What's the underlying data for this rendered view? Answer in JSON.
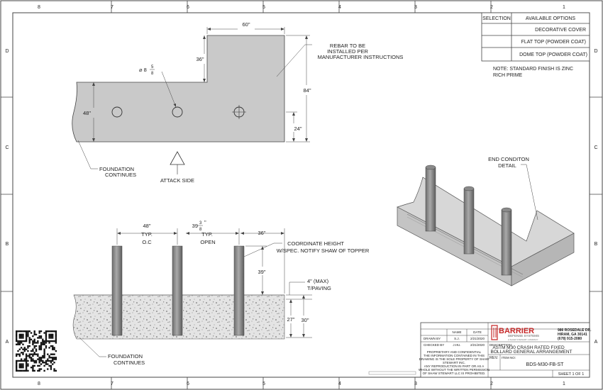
{
  "border": {
    "columns": [
      "8",
      "7",
      "6",
      "5",
      "4",
      "3",
      "2",
      "1"
    ],
    "rows": [
      "D",
      "C",
      "B",
      "A"
    ]
  },
  "options_table": {
    "headers": [
      "SELECTION",
      "AVAILABLE OPTIONS"
    ],
    "rows": [
      "DECORATIVE COVER",
      "FLAT TOP (POWDER COAT)",
      "DOME TOP (POWDER COAT)"
    ],
    "note_lines": [
      "NOTE: STANDARD FINISH IS ZINC",
      "RICH PRIME"
    ]
  },
  "plan_view": {
    "dim_top_width": "60\"",
    "dim_step": "36\"",
    "dia_symbol": "⌀ 8",
    "dia_num": "5",
    "dia_den": "8",
    "dim_depth": "48\"",
    "dim_overall": "84\"",
    "dim_edge": "24\"",
    "rebar_note": [
      "REBAR TO BE",
      "INSTALLED PER",
      "MANUFACTURER INSTRUCTIONS"
    ],
    "foundation_note": [
      "FOUNDATION",
      "CONTINUES"
    ],
    "attack_side": "ATTACK SIDE"
  },
  "elevation_view": {
    "dim_spacing": [
      "48\"",
      "TYP.",
      "O.C"
    ],
    "dim_open_whole": "39",
    "dim_open_num": "3",
    "dim_open_den": "8",
    "dim_open_unit": "\"",
    "dim_open_sub": [
      "TYP.",
      "OPEN"
    ],
    "dim_end": "36\"",
    "height_note": [
      "COORDINATE HEIGHT",
      "W/SPEC. NOTIFY SHAW OF TOPPER"
    ],
    "dim_height": "39\"",
    "dim_paving": [
      "4\" (MAX)",
      "T/PAVING"
    ],
    "dim_embed": "27\"",
    "dim_total": "30\"",
    "foundation_note": [
      "FOUNDATION",
      "CONTINUES"
    ]
  },
  "iso_view": {
    "detail_note": [
      "END CONDITON",
      "DETAIL"
    ]
  },
  "title_block": {
    "col_name": "NAME",
    "col_date": "DATE",
    "drawn_label": "DRAWN BY",
    "drawn_name": "S.J.",
    "drawn_date": "2/21/2020",
    "checked_label": "CHECKED BY",
    "checked_name": "J.HU.",
    "checked_date": "2/21/2020",
    "company": "BARRIER",
    "company_sub": "DEFENSE SYSTEMS",
    "company_tag": "A SHAW STEWART COMPANY",
    "address": [
      "986 ROSEDALE DR.",
      "HIRAM, GA 30141",
      "(678) 915-2080"
    ],
    "description_label": "DESCRIPTION:",
    "description": [
      "ASTM M30 CRASH RATED FIXED",
      "BOLLARD GENERAL ARRANGEMENT"
    ],
    "rev_label": "REV.",
    "item_label": "ITEM NO:",
    "item_no": "BDS-M30-FB-ST",
    "sheet": "SHEET 1 OF 1",
    "confidential": [
      "PROPRIETARY AND CONFIDENTIAL",
      "THE INFORMATION CONTAINED IN THIS",
      "DRAWING IS THE SOLE PROPERTY OF SHAW",
      "STEWART INC.",
      "ANY REPRODUCTION IN PART OR AS A",
      "WHOLE WITHOUT THE WRITTEN PERMISSION",
      "OF SHAW STEWART LLC IS PROHIBITED."
    ]
  }
}
